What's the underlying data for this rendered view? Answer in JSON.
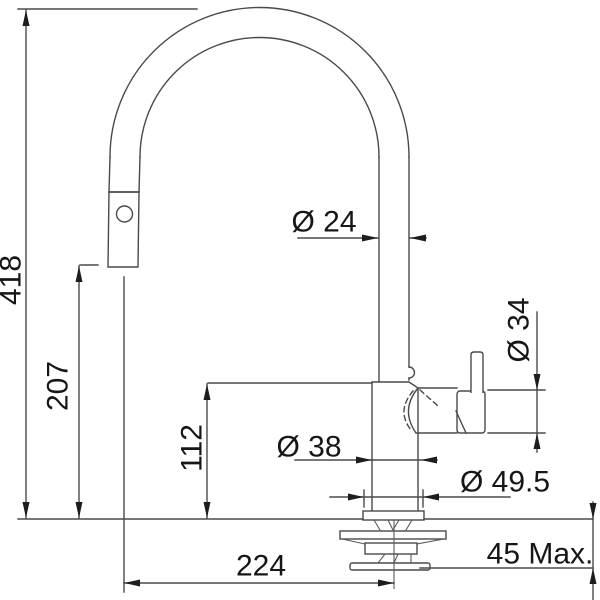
{
  "page": {
    "background": "#ffffff"
  },
  "drawing": {
    "kind": "technical-dimension-drawing",
    "subject": "pull-out kitchen faucet, side elevation with installation dimensions",
    "line_color": "#4a4a4a",
    "text_color": "#161616",
    "arrow_color": "#1d1d1d",
    "dimensions": {
      "overall_height": "418",
      "outlet_height": "207",
      "body_height": "112",
      "spout_diameter": "Ø 24",
      "handle_diameter": "Ø 34",
      "body_diameter": "Ø 38",
      "base_diameter": "Ø 49.5",
      "reach": "224",
      "max_deck_thickness": "45 Max."
    }
  }
}
